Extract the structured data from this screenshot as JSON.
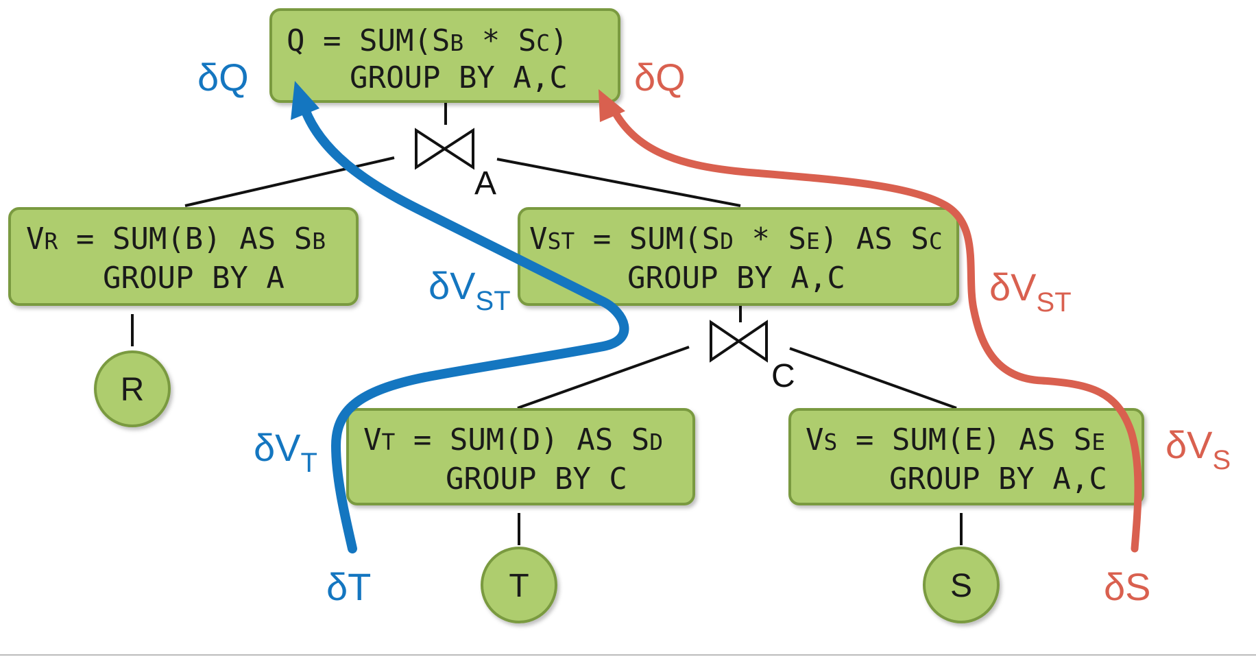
{
  "colors": {
    "box_fill": "#aecd6e",
    "box_stroke": "#7a9a40",
    "edge": "#111111",
    "blue_path": "#1476c0",
    "red_path": "#d9604f"
  },
  "nodes": {
    "q": {
      "line1": [
        "Q = SUM(S",
        "B",
        " * S",
        "C",
        ")"
      ],
      "line2": "GROUP BY A,C"
    },
    "vr": {
      "line1": [
        "V",
        "R",
        " = SUM(B) AS S",
        "B"
      ],
      "line2": "GROUP BY A"
    },
    "vst": {
      "line1": [
        "V",
        "ST",
        " = SUM(S",
        "D",
        " * S",
        "E",
        ") AS S",
        "C"
      ],
      "line2": "GROUP BY A,C"
    },
    "vt": {
      "line1": [
        "V",
        "T",
        " = SUM(D) AS S",
        "D"
      ],
      "line2": "GROUP BY C"
    },
    "vs": {
      "line1": [
        "V",
        "S",
        " = SUM(E) AS S",
        "E"
      ],
      "line2": "GROUP BY A,C"
    }
  },
  "leaves": {
    "r": "R",
    "t": "T",
    "s": "S"
  },
  "joins": {
    "top": {
      "symbol": "⋈",
      "label": "A"
    },
    "bottom": {
      "symbol": "⋈",
      "label": "C"
    }
  },
  "deltas": {
    "blue_q": "δQ",
    "red_q": "δQ",
    "blue_vst": {
      "main": "δV",
      "sub": "ST"
    },
    "red_vst": {
      "main": "δV",
      "sub": "ST"
    },
    "blue_vt": {
      "main": "δV",
      "sub": "T"
    },
    "red_vs": {
      "main": "δV",
      "sub": "S"
    },
    "blue_t": "δT",
    "red_s": "δS"
  }
}
